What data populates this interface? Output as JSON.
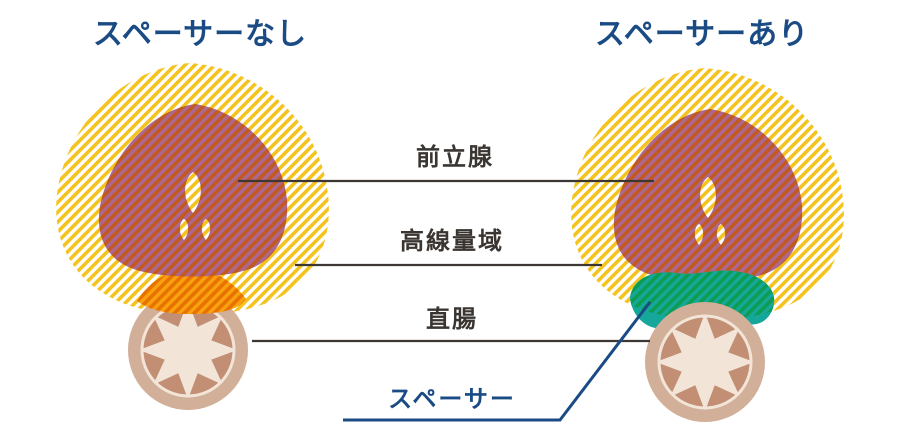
{
  "diagram": {
    "left": {
      "title": "スペーサーなし"
    },
    "right": {
      "title": "スペーサーあり"
    },
    "annotations": {
      "prostate": "前立腺",
      "high_dose": "高線量域",
      "rectum": "直腸",
      "spacer": "スペーサー"
    }
  },
  "colors": {
    "title_navy": "#1A4B85",
    "label_dark": "#3A3531",
    "line_dark": "#3C3733",
    "spacer_line_blue": "#1A4B85",
    "dose_yellow": "#F5C31E",
    "dose_bg_white": "#FFFFFF",
    "prostate_mauve": "#AE6792",
    "prostate_hatch_rust": "#C05A20",
    "overlap_orange": "#F9A10E",
    "overlap_hatch_orange": "#E87200",
    "spacer_teal": "#15A79A",
    "spacer_hatch_green": "#0C9C52",
    "rectum_ring_tan": "#D2AF99",
    "rectum_inner_brown": "#C28F74",
    "rectum_cream": "#F2E5D8"
  }
}
